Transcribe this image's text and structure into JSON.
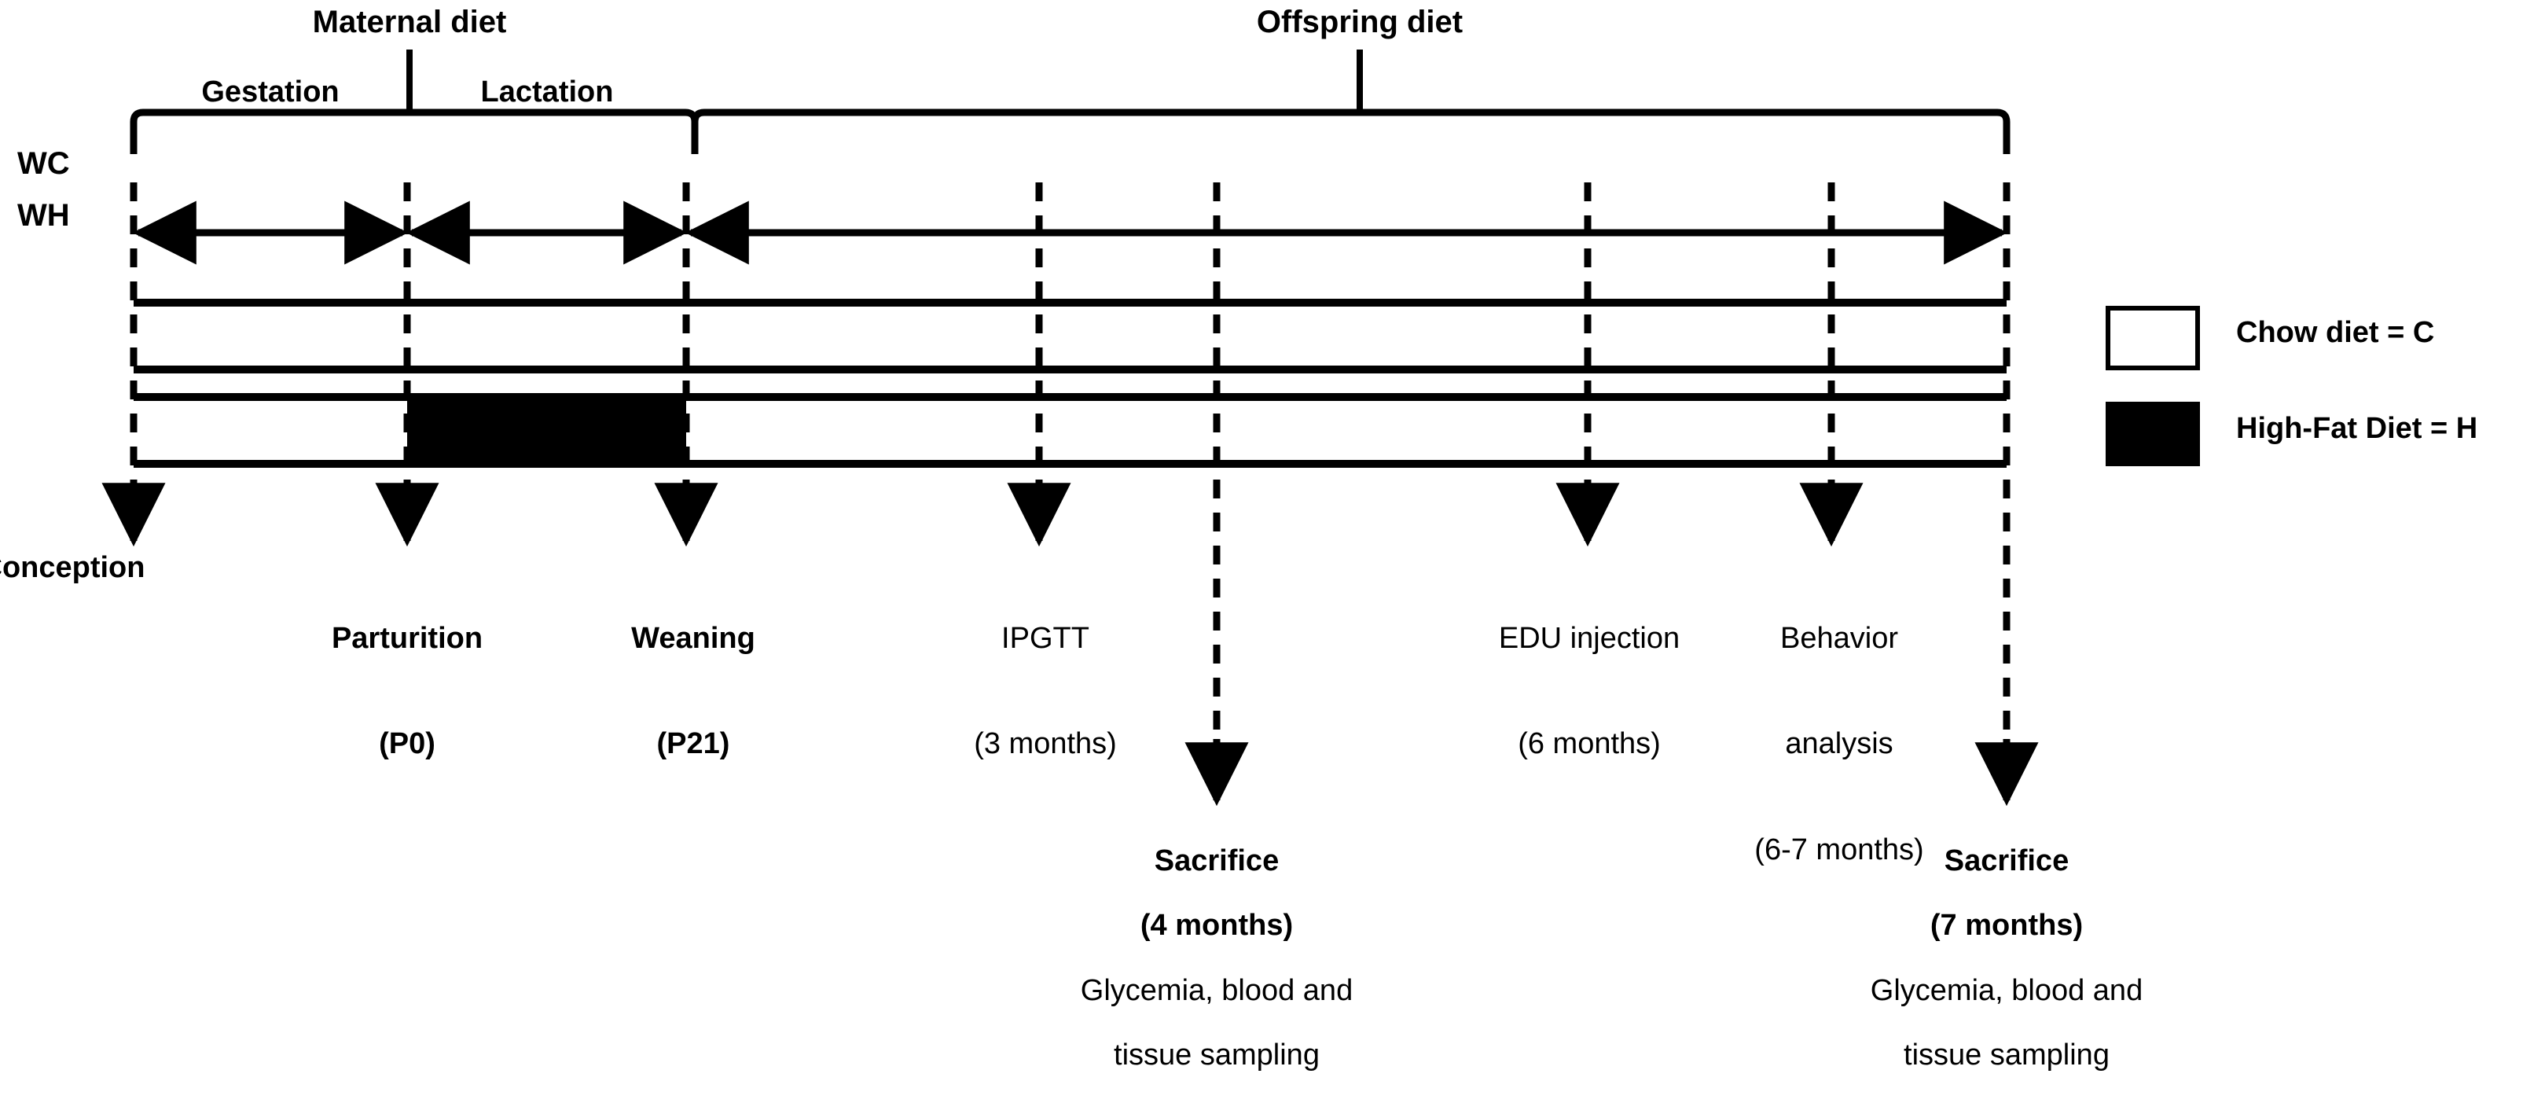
{
  "figure": {
    "type": "experimental-timeline-diagram",
    "background": "#ffffff",
    "ink": "#000000"
  },
  "brackets": [
    {
      "id": "maternal",
      "label": "Maternal diet"
    },
    {
      "id": "offspring",
      "label": "Offspring diet"
    }
  ],
  "phases": [
    {
      "id": "gestation",
      "label": "Gestation"
    },
    {
      "id": "lactation",
      "label": "Lactation"
    }
  ],
  "groups": [
    {
      "id": "wc",
      "label": "WC",
      "maternal_diet": "C",
      "offspring_diet": "C"
    },
    {
      "id": "wh",
      "label": "WH",
      "maternal_diet": "H",
      "offspring_diet": "C"
    }
  ],
  "events": [
    {
      "id": "conception",
      "line1": "Conception",
      "line2": "",
      "line3": "",
      "bold": true
    },
    {
      "id": "parturition",
      "line1": "Parturition",
      "line2": "(P0)",
      "line3": "",
      "bold": true
    },
    {
      "id": "weaning",
      "line1": "Weaning",
      "line2": "(P21)",
      "line3": "",
      "bold": true
    },
    {
      "id": "ipgtt",
      "line1": "IPGTT",
      "line2": "(3 months)",
      "line3": "",
      "bold": false
    },
    {
      "id": "edu",
      "line1": "EDU injection",
      "line2": "(6 months)",
      "line3": "",
      "bold": false
    },
    {
      "id": "behavior",
      "line1": "Behavior",
      "line2": "analysis",
      "line3": "(6-7 months)",
      "bold": false
    }
  ],
  "sacrifices": [
    {
      "id": "sacrifice-4-months",
      "title": "Sacrifice",
      "time": "(4 months)",
      "detail_line1": "Glycemia, blood and",
      "detail_line2": "tissue sampling"
    },
    {
      "id": "sacrifice-7-months",
      "title": "Sacrifice",
      "time": "(7 months)",
      "detail_line1": "Glycemia, blood and",
      "detail_line2": "tissue sampling"
    }
  ],
  "legend": {
    "items": [
      {
        "id": "chow",
        "label": "Chow diet = C",
        "fill": "#ffffff",
        "stroke": "#000000"
      },
      {
        "id": "hfd",
        "label": "High-Fat Diet = H",
        "fill": "#000000",
        "stroke": "#000000"
      }
    ]
  }
}
